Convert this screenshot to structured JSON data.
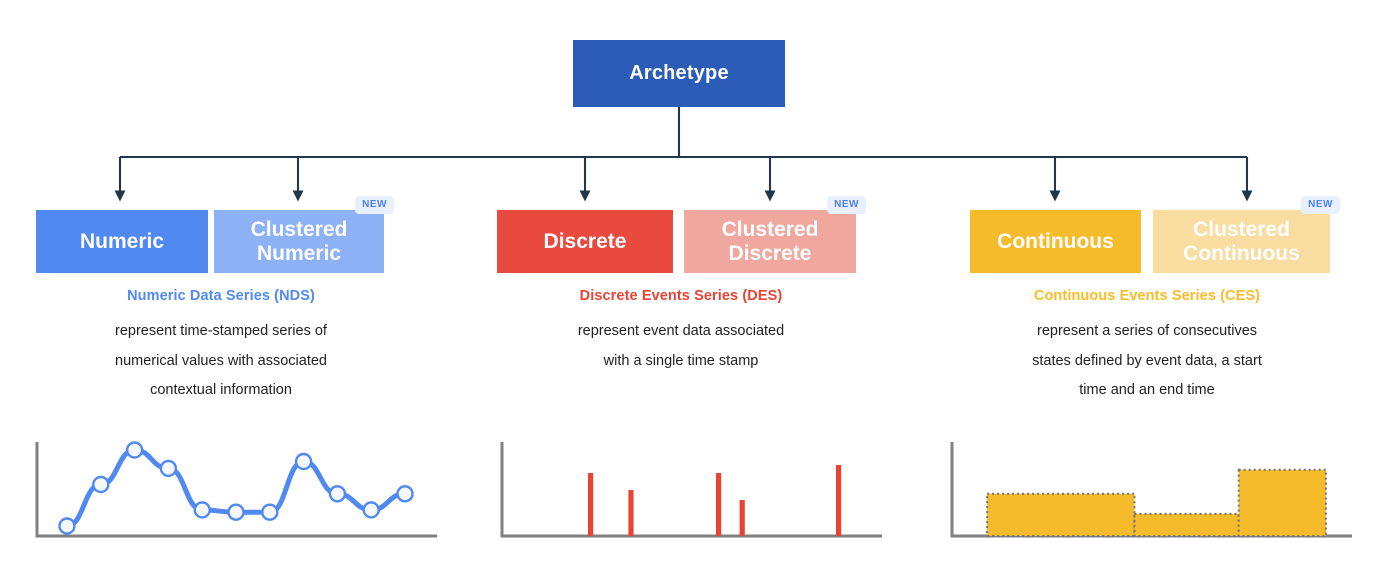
{
  "diagram": {
    "root": {
      "label": "Archetype",
      "color": "#2B5CB8"
    },
    "badge_label": "NEW",
    "groups": [
      {
        "id": "nds",
        "accent": "#5089F0",
        "nodes": [
          {
            "name": "node-numeric",
            "label": "Numeric",
            "color": "#5089F0",
            "badge": false
          },
          {
            "name": "node-clustered-numeric",
            "label": "Clustered Numeric",
            "color": "#8CB1F5",
            "badge": true
          }
        ],
        "title": "Numeric Data Series (NDS)",
        "lines": [
          "represent time-stamped series of",
          "numerical values with associated",
          "contextual information"
        ]
      },
      {
        "id": "des",
        "accent": "#EA4335",
        "nodes": [
          {
            "name": "node-discrete",
            "label": "Discrete",
            "color": "#E94A3F",
            "badge": false
          },
          {
            "name": "node-clustered-discrete",
            "label": "Clustered Discrete",
            "color": "#F0A79E",
            "badge": true
          }
        ],
        "title": "Discrete Events Series (DES)",
        "lines": [
          "represent event data associated",
          "with a single time stamp"
        ]
      },
      {
        "id": "ces",
        "accent": "#F9BC24",
        "nodes": [
          {
            "name": "node-continuous",
            "label": "Continuous",
            "color": "#F5BB2B",
            "badge": false
          },
          {
            "name": "node-clustered-continuous",
            "label": "Clustered Continuous",
            "color": "#F9DCA0",
            "badge": true
          }
        ],
        "title": "Continuous Events Series (CES)",
        "lines": [
          "represent a series of consecutives",
          "states defined by event data, a start",
          "time and an end time"
        ]
      }
    ],
    "connector_color": "#22384A",
    "axis_color": "#808080"
  },
  "chart_data": [
    {
      "id": "nds-chart",
      "type": "line",
      "title": "",
      "xlabel": "",
      "ylabel": "",
      "series_color": "#5089F0",
      "marker_fill": "#F5F7FA",
      "grid": false,
      "legend": "none",
      "x": [
        1,
        2,
        3,
        4,
        5,
        6,
        7,
        8,
        9,
        10,
        11
      ],
      "values": [
        30,
        48,
        63,
        55,
        37,
        36,
        36,
        58,
        44,
        37,
        44
      ],
      "ylim": [
        0,
        100
      ],
      "xlim": [
        0,
        12
      ]
    },
    {
      "id": "des-chart",
      "type": "bar",
      "title": "",
      "xlabel": "",
      "ylabel": "",
      "series_color": "#EA4335",
      "grid": false,
      "legend": "none",
      "categories": [
        "e1",
        "e2",
        "e3",
        "e4",
        "e5"
      ],
      "x": [
        593,
        634,
        723,
        747,
        845
      ],
      "values": [
        70,
        51,
        70,
        40,
        79
      ],
      "ylim": [
        0,
        100
      ],
      "xlim": [
        505,
        885
      ]
    },
    {
      "id": "ces-chart",
      "type": "area",
      "title": "",
      "xlabel": "",
      "ylabel": "",
      "series_color": "#F5BB2B",
      "border_style": "dotted",
      "border_color": "#6B7280",
      "grid": false,
      "legend": "none",
      "states": [
        {
          "start": 993,
          "end": 1140,
          "value": 46
        },
        {
          "start": 1140,
          "end": 1244,
          "value": 24
        },
        {
          "start": 1244,
          "end": 1331,
          "value": 72
        }
      ],
      "ylim": [
        0,
        100
      ],
      "xlim": [
        960,
        1355
      ]
    }
  ]
}
